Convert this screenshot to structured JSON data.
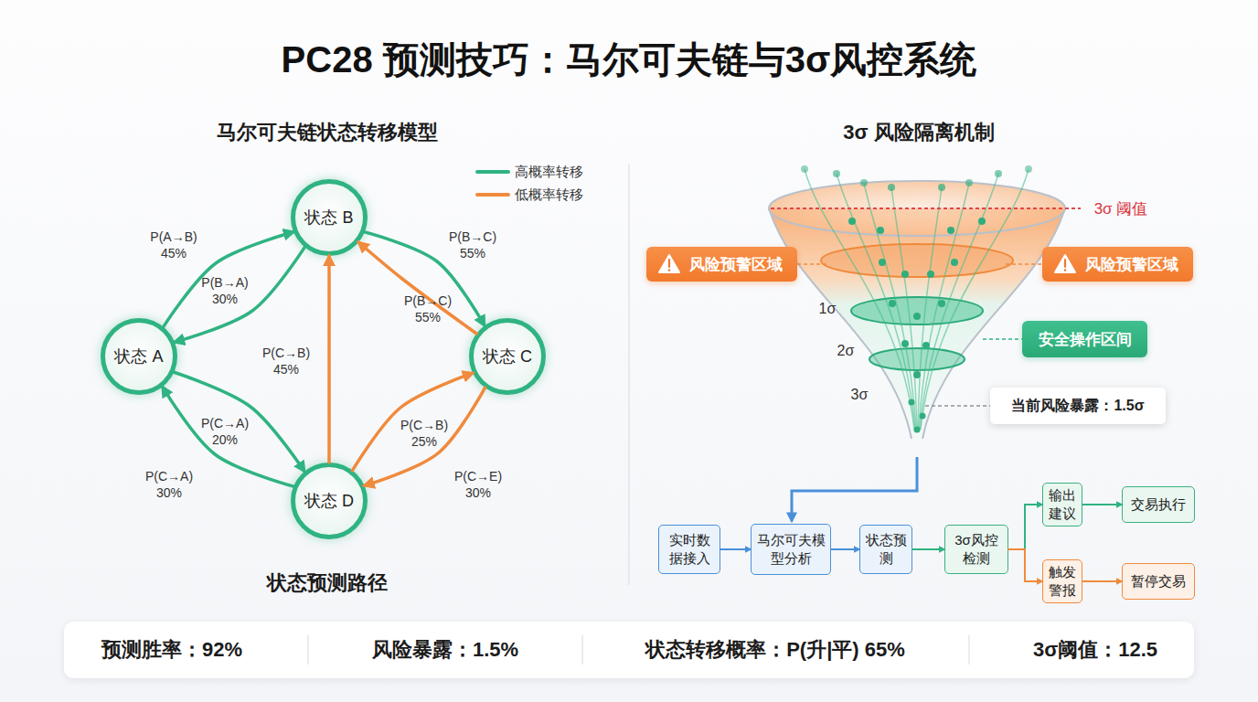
{
  "diagram": {
    "title": "PC28 预测技巧：马尔可夫链与3σ风控系统",
    "nodes": [
      {
        "text": [
          "状态 B"
        ]
      },
      {
        "text": [
          "状态 A"
        ]
      },
      {
        "text": [
          "状态 C"
        ]
      },
      {
        "text": [
          "状态 D"
        ]
      },
      {
        "text": [
          "风险预警区域"
        ]
      },
      {
        "text": [
          "风险预警区域"
        ]
      },
      {
        "text": [
          "安全操作区间"
        ]
      },
      {
        "text": [
          "当前风险暴露：1.5σ"
        ]
      },
      {
        "text": [
          "实时数据接入"
        ]
      },
      {
        "text": [
          "马尔可夫模型分析"
        ]
      },
      {
        "text": [
          "状态预测"
        ]
      },
      {
        "text": [
          "3σ风控检测"
        ]
      },
      {
        "text": [
          "输出建议"
        ]
      },
      {
        "text": [
          "交易执行"
        ]
      },
      {
        "text": [
          "触发警报"
        ]
      },
      {
        "text": [
          "暂停交易"
        ]
      },
      {
        "text": [
          "预测胜率：92%",
          "风险暴露：1.5%",
          "状态转移概率：P(升|平) 65%",
          "3σ阈值：12.5"
        ]
      }
    ],
    "edges": [
      {
        "from": 1,
        "to": 0,
        "arrow": "to",
        "label": "P(A→B) 45%"
      },
      {
        "from": 0,
        "to": 1,
        "arrow": "to",
        "label": "P(B→A) 30%"
      },
      {
        "from": 0,
        "to": 2,
        "arrow": "to",
        "label": "P(B→C) 55%"
      },
      {
        "from": 2,
        "to": 0,
        "arrow": "to",
        "label": "P(B→C) 55%"
      },
      {
        "from": 3,
        "to": 0,
        "arrow": "to",
        "label": "P(C→B) 45%"
      },
      {
        "from": 1,
        "to": 3,
        "arrow": "to",
        "label": "P(C→A) 20%"
      },
      {
        "from": 3,
        "to": 1,
        "arrow": "to",
        "label": "P(C→A) 30%"
      },
      {
        "from": 3,
        "to": 2,
        "arrow": "to",
        "label": "P(C→B) 25%"
      },
      {
        "from": 2,
        "to": 3,
        "arrow": "to",
        "label": "P(C→E) 30%"
      },
      {
        "from": 8,
        "to": 9,
        "arrow": "to"
      },
      {
        "from": 9,
        "to": 10,
        "arrow": "to"
      },
      {
        "from": 10,
        "to": 11,
        "arrow": "to"
      },
      {
        "from": 11,
        "to": 12,
        "arrow": "to"
      },
      {
        "from": 11,
        "to": 14,
        "arrow": "to"
      },
      {
        "from": 12,
        "to": 13,
        "arrow": "to"
      },
      {
        "from": 14,
        "to": 15,
        "arrow": "to"
      }
    ],
    "labels": [
      "马尔可夫链状态转移模型",
      "状态预测路径",
      "3σ 风险隔离机制",
      "3σ 阈值",
      "1σ",
      "2σ",
      "3σ"
    ],
    "legend": [
      {
        "text": "高概率转移"
      },
      {
        "text": "低概率转移"
      }
    ]
  }
}
